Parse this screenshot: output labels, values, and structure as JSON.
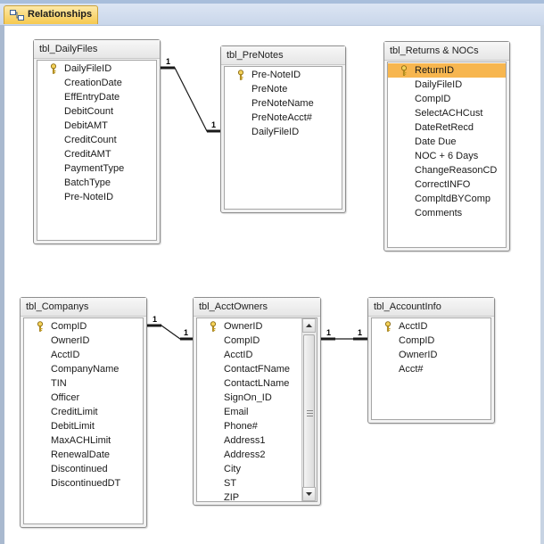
{
  "tab": {
    "label": "Relationships",
    "icon": "relationships-icon"
  },
  "colors": {
    "selected_field": "#f7b64f",
    "tab": "#f6c94f",
    "line": "#1a1a1a"
  },
  "tables": [
    {
      "name": "tbl_DailyFiles",
      "fields": [
        "DailyFileID",
        "CreationDate",
        "EffEntryDate",
        "DebitCount",
        "DebitAMT",
        "CreditCount",
        "CreditAMT",
        "PaymentType",
        "BatchType",
        "Pre-NoteID"
      ],
      "key_field": "DailyFileID",
      "selected_field": ""
    },
    {
      "name": "tbl_PreNotes",
      "fields": [
        "Pre-NoteID",
        "PreNote",
        "PreNoteName",
        "PreNoteAcct#",
        "DailyFileID"
      ],
      "key_field": "Pre-NoteID",
      "selected_field": ""
    },
    {
      "name": "tbl_Returns & NOCs",
      "fields": [
        "ReturnID",
        "DailyFileID",
        "CompID",
        "SelectACHCust",
        "DateRetRecd",
        "Date Due",
        "NOC + 6 Days",
        "ChangeReasonCD",
        "CorrectINFO",
        "CompltdBYComp",
        "Comments"
      ],
      "key_field": "ReturnID",
      "selected_field": "ReturnID"
    },
    {
      "name": "tbl_Companys",
      "fields": [
        "CompID",
        "OwnerID",
        "AcctID",
        "CompanyName",
        "TIN",
        "Officer",
        "CreditLimit",
        "DebitLimit",
        "MaxACHLimit",
        "RenewalDate",
        "Discontinued",
        "DiscontinuedDT"
      ],
      "key_field": "CompID",
      "selected_field": ""
    },
    {
      "name": "tbl_AcctOwners",
      "fields": [
        "OwnerID",
        "CompID",
        "AcctID",
        "ContactFName",
        "ContactLName",
        "SignOn_ID",
        "Email",
        "Phone#",
        "Address1",
        "Address2",
        "City",
        "ST",
        "ZIP"
      ],
      "key_field": "OwnerID",
      "selected_field": ""
    },
    {
      "name": "tbl_AccountInfo",
      "fields": [
        "AcctID",
        "CompID",
        "OwnerID",
        "Acct#"
      ],
      "key_field": "AcctID",
      "selected_field": ""
    }
  ],
  "relationships": [
    {
      "from": "tbl_DailyFiles",
      "to": "tbl_PreNotes",
      "from_label": "1",
      "to_label": "1"
    },
    {
      "from": "tbl_Companys",
      "to": "tbl_AcctOwners",
      "from_label": "1",
      "to_label": "1"
    },
    {
      "from": "tbl_AcctOwners",
      "to": "tbl_AccountInfo",
      "from_label": "1",
      "to_label": "1"
    }
  ]
}
